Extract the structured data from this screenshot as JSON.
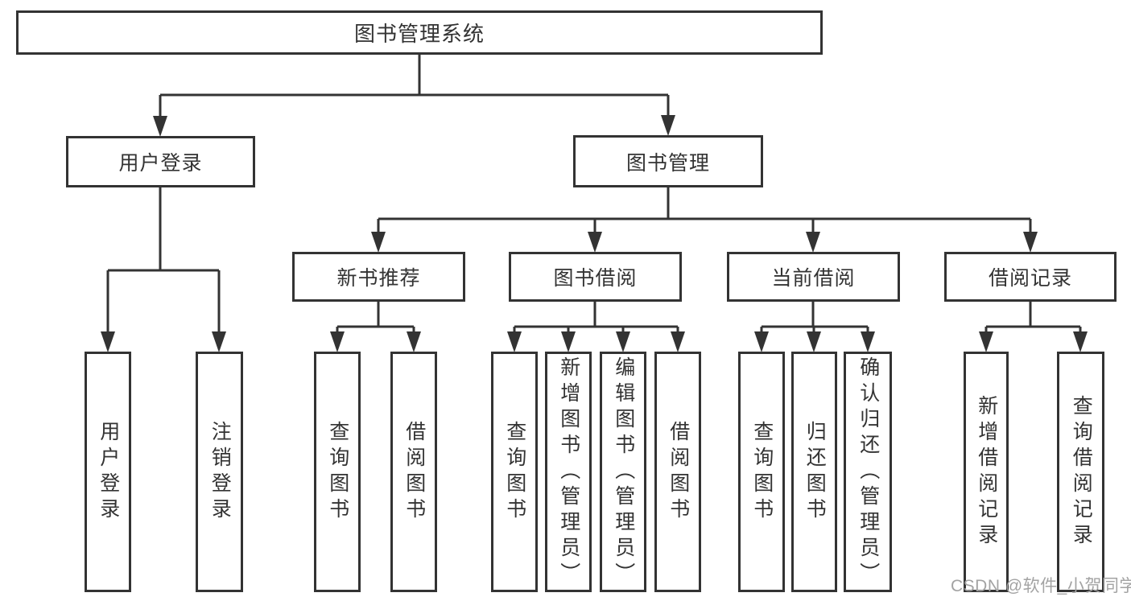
{
  "tree": {
    "label": "图书管理系统",
    "children": [
      {
        "label": "用户登录",
        "children": [
          {
            "label": "用户登录"
          },
          {
            "label": "注销登录"
          }
        ]
      },
      {
        "label": "图书管理",
        "children": [
          {
            "label": "新书推荐",
            "children": [
              {
                "label": "查询图书"
              },
              {
                "label": "借阅图书"
              }
            ]
          },
          {
            "label": "图书借阅",
            "children": [
              {
                "label": "查询图书"
              },
              {
                "label": "新增图书（管理员）"
              },
              {
                "label": "编辑图书（管理员）"
              },
              {
                "label": "借阅图书"
              }
            ]
          },
          {
            "label": "当前借阅",
            "children": [
              {
                "label": "查询图书"
              },
              {
                "label": "归还图书"
              },
              {
                "label": "确认归还（管理员）"
              }
            ]
          },
          {
            "label": "借阅记录",
            "children": [
              {
                "label": "新增借阅记录"
              },
              {
                "label": "查询借阅记录"
              }
            ]
          }
        ]
      }
    ]
  },
  "watermark": "CSDN @软件_小贺同学",
  "colors": {
    "line": "#333333",
    "text": "#333333",
    "watermark": "#a3a3a3",
    "background": "#ffffff"
  }
}
